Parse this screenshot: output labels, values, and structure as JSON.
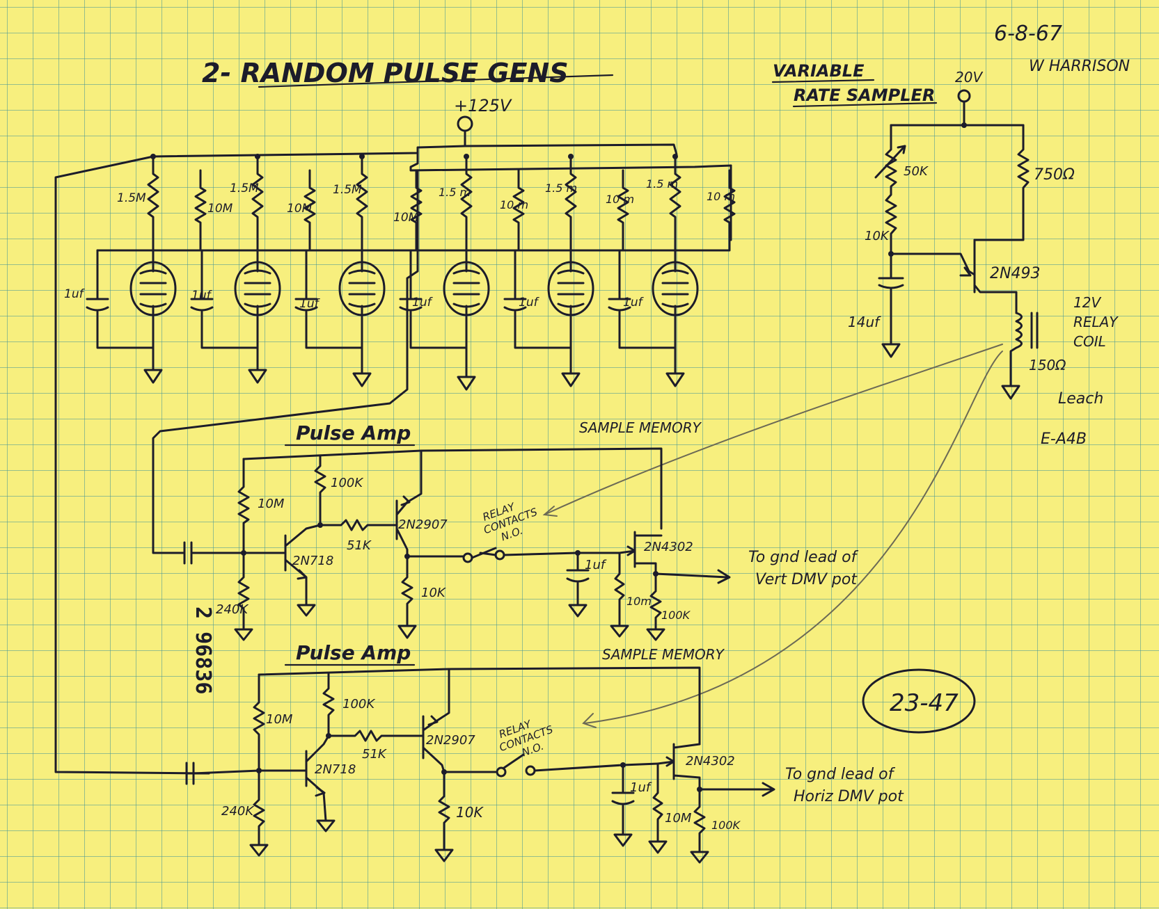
{
  "header": {
    "title": "2- RANDOM PULSE GENS",
    "date": "6-8-67",
    "author": "W HARRISON",
    "sampler_title_line1": "VARIABLE",
    "sampler_title_line2": "RATE SAMPLER"
  },
  "supply": {
    "main": "+125V",
    "sampler": "20V"
  },
  "generators": {
    "r_large_a": "1.5M",
    "r_small_a": "10M",
    "r_large_b": "1.5M",
    "r_small_b": "10M",
    "r_large_c": "1.5M",
    "r_small_c": "10M",
    "r_large_d": "1.5 m",
    "r_small_d": "10 m",
    "r_large_e": "1.5 m",
    "r_small_e": "10 m",
    "r_large_f": "1.5 m",
    "r_small_f": "10 m",
    "cap": "1uf"
  },
  "sampler": {
    "pot": "50K",
    "r_load": "750Ω",
    "r_base": "10K",
    "cap": "14uf",
    "transistor": "2N493",
    "relay_line1": "12V",
    "relay_line2": "RELAY",
    "relay_line3": "COIL",
    "relay_ohms": "150Ω",
    "maker": "Leach",
    "part": "E-A4B"
  },
  "amp1": {
    "label": "Pulse Amp",
    "memory": "SAMPLE MEMORY",
    "r_top_left": "10M",
    "r_top_mid": "100K",
    "r_mid": "51K",
    "q_input": "2N718",
    "q_pnp": "2N2907",
    "r_bias": "240K",
    "r_collector": "10K",
    "relay_line1": "RELAY",
    "relay_line2": "CONTACTS",
    "relay_line3": "N.O.",
    "cap": "1uf",
    "r_gate": "10m",
    "fet": "2N4302",
    "r_source": "100K",
    "out_line1": "To gnd lead of",
    "out_line2": "Vert DMV pot"
  },
  "amp2": {
    "label": "Pulse Amp",
    "memory": "SAMPLE MEMORY",
    "r_top_left": "10M",
    "r_top_mid": "100K",
    "r_mid": "51K",
    "q_input": "2N718",
    "q_pnp": "2N2907",
    "r_bias": "240K",
    "r_collector": "10K",
    "relay_line1": "RELAY",
    "relay_line2": "CONTACTS",
    "relay_line3": "N.O.",
    "cap": "1uf",
    "r_gate": "10M",
    "fet": "2N4302",
    "r_source": "100K",
    "out_line1": "To gnd lead of",
    "out_line2": "Horiz DMV pot"
  },
  "stamp": "2 96836",
  "page_number": "23-47"
}
